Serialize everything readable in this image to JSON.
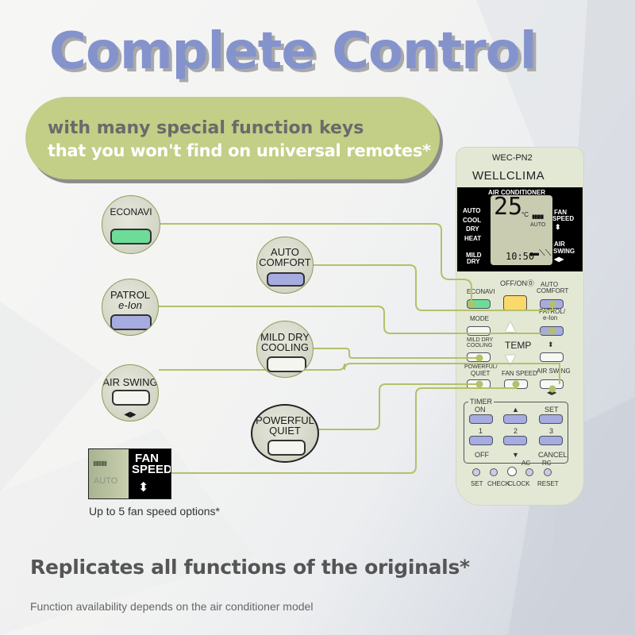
{
  "headline": "Complete Control",
  "banner": {
    "line1": "with many special function keys",
    "line2": "that you won't find on universal remotes*"
  },
  "callouts": {
    "econavi": {
      "label": "ECONAVI",
      "key_color": "#6ddc98"
    },
    "auto_comfort": {
      "line1": "AUTO",
      "line2": "COMFORT",
      "key_color": "#a6acdf"
    },
    "patrol": {
      "line1": "PATROL",
      "line2": "e-Ion",
      "key_color": "#a6acdf"
    },
    "mild_dry": {
      "line1": "MILD DRY",
      "line2": "COOLING",
      "key_color": "#f4f5ef"
    },
    "air_swing": {
      "label": "AIR SWING",
      "arrows": "◀▶",
      "key_color": "#f4f5ef"
    },
    "powerful": {
      "line1": "POWERFUL",
      "line2": "QUIET",
      "key_color": "#f4f5ef"
    },
    "fan_speed": {
      "line1": "FAN",
      "line2": "SPEED",
      "auto": "AUTO",
      "arrows": "⬍"
    }
  },
  "fan_caption": "Up to 5 fan speed options*",
  "remote": {
    "model": "WEC-PN2",
    "brand": "WELLCLIMA",
    "display": {
      "header": "AIR CONDITIONER",
      "modes": [
        "AUTO",
        "COOL",
        "DRY",
        "HEAT"
      ],
      "mild_dry": [
        "MILD",
        "DRY"
      ],
      "temperature": "25",
      "unit": "°C",
      "fan_auto": "AUTO",
      "clock": "10:50",
      "fan_speed": [
        "FAN",
        "SPEED"
      ],
      "air_swing": [
        "AIR",
        "SWING"
      ]
    },
    "buttons": {
      "econavi": "ECONAVI",
      "off_on": "OFF/ON⓪",
      "auto_comfort": [
        "AUTO",
        "COMFORT"
      ],
      "mode": "MODE",
      "patrol": [
        "PATROL/",
        "e-Ion"
      ],
      "mild_dry": [
        "MILD DRY",
        "COOLING"
      ],
      "temp": "TEMP",
      "powerful": [
        "POWERFUL/",
        "QUIET"
      ],
      "fan_speed": "FAN SPEED",
      "air_swing": "AIR SWING",
      "timer": "TIMER",
      "on": "ON",
      "set": "SET",
      "n1": "1",
      "n2": "2",
      "n3": "3",
      "off": "OFF",
      "cancel": "CANCEL",
      "ac": "AC",
      "rc": "RC",
      "bottom_set": "SET",
      "check": "CHECK",
      "clock": "CLOCK",
      "reset": "RESET"
    },
    "colors": {
      "blue": "#a6acdf",
      "green": "#6ddc98",
      "yellow": "#fbd86a",
      "white": "#f7f8f3",
      "body": "#e3e8d5"
    }
  },
  "subheadline": "Replicates all functions of the originals*",
  "footnote": "Function availability depends on the air conditioner model",
  "colors": {
    "title": "#8593cc",
    "banner": "#c3ce86",
    "connector": "#b4c06a"
  }
}
